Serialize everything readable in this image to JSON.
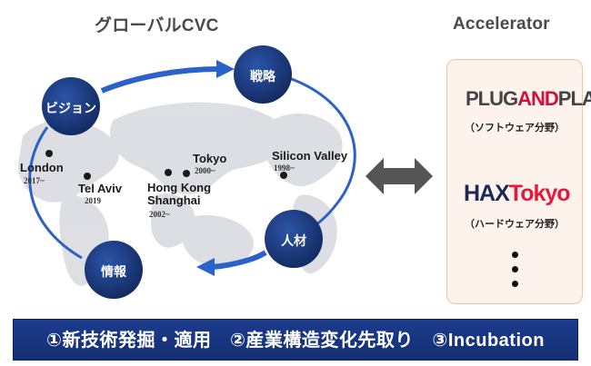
{
  "left_title": "グローバルCVC",
  "right_title": "Accelerator",
  "cycle_nodes": {
    "vision": "ビジョン",
    "strategy": "戦略",
    "talent": "人材",
    "information": "情報"
  },
  "locations": [
    {
      "city": "London",
      "year": "2017~"
    },
    {
      "city": "Tel Aviv",
      "year": "2019"
    },
    {
      "city": "Hong Kong",
      "year": ""
    },
    {
      "city": "Shanghai",
      "year": "2002~"
    },
    {
      "city": "Tokyo",
      "year": "2000~"
    },
    {
      "city": "Silicon Valley",
      "year": "1998~"
    }
  ],
  "accelerators": [
    {
      "logo_main": "PLUG",
      "logo_accent": "AND",
      "logo_end": "PLAY",
      "label": "（ソフトウェア分野）"
    },
    {
      "logo_main": "HAX",
      "logo_accent": "Tokyo",
      "label": "（ハードウェア分野）"
    }
  ],
  "banner": "①新技術発掘・適用　②産業構造変化先取り　③Incubation",
  "colors": {
    "node_blue": "#1c3a80",
    "arrow_blue": "#2a62c9",
    "double_arrow_gray": "#555555",
    "banner_blue": "#1b3b8c",
    "panel_fill": "#fdf3ec",
    "pnp_red": "#d0103a",
    "hax_red": "#e8183c"
  }
}
